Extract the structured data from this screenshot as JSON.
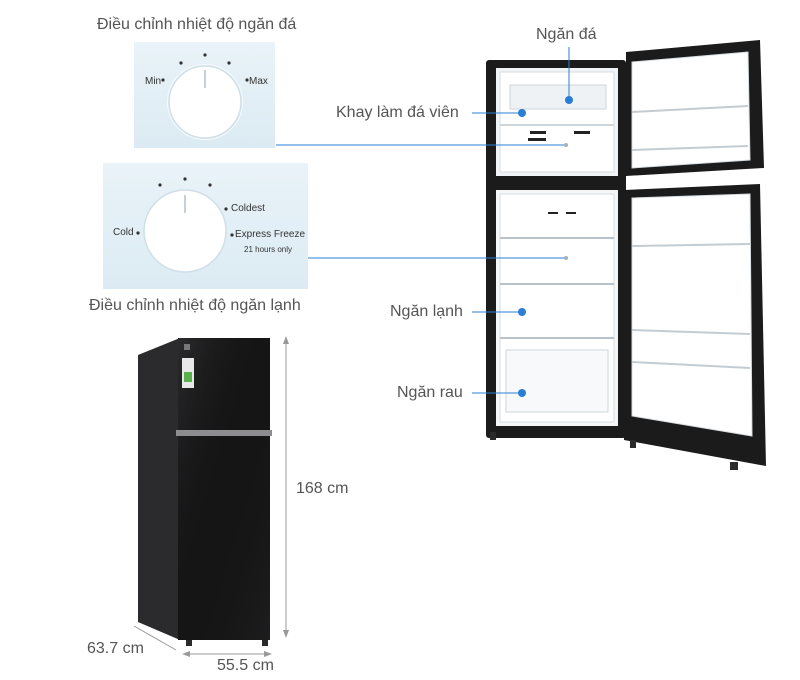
{
  "freezer_control": {
    "title": "Điều chỉnh nhiệt độ ngăn đá",
    "min_label": "Min",
    "max_label": "Max"
  },
  "fridge_control": {
    "title": "Điều chỉnh nhiệt độ ngăn lạnh",
    "cold_label": "Cold",
    "coldest_label": "Coldest",
    "express_label": "Express Freeze",
    "express_note": "21 hours only"
  },
  "callouts": {
    "freezer": "Ngăn đá",
    "ice_tray": "Khay làm đá viên",
    "fridge": "Ngăn lạnh",
    "crisper": "Ngăn rau"
  },
  "dimensions": {
    "height": "168 cm",
    "depth": "63.7 cm",
    "width": "55.5 cm"
  },
  "colors": {
    "callout_dot": "#2a7fd4",
    "fridge_body": "#1b1b1c"
  }
}
